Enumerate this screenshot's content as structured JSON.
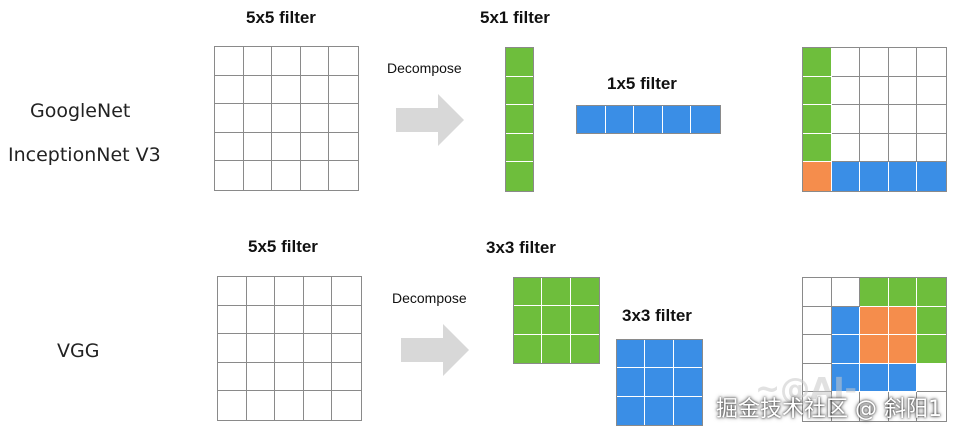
{
  "colors": {
    "green": "#6ebe3c",
    "blue": "#3a8ee6",
    "orange": "#f58d4c",
    "white": "#ffffff",
    "grid_line": "#8a8a8a",
    "arrow": "#d8d8d8"
  },
  "top": {
    "row_label_1": "GoogleNet",
    "row_label_2": "InceptionNet V3",
    "filter_5x5": "5x5 filter",
    "decompose": "Decompose",
    "filter_5x1": "5x1 filter",
    "filter_1x5": "1x5 filter",
    "grid_5x5_rows": 5,
    "grid_5x5_cols": 5,
    "grid_5x1_rows": 5,
    "grid_5x1_cols": 1,
    "grid_1x5_rows": 1,
    "grid_1x5_cols": 5,
    "combined": [
      [
        "g",
        "w",
        "w",
        "w",
        "w"
      ],
      [
        "g",
        "w",
        "w",
        "w",
        "w"
      ],
      [
        "g",
        "w",
        "w",
        "w",
        "w"
      ],
      [
        "g",
        "w",
        "w",
        "w",
        "w"
      ],
      [
        "o",
        "b",
        "b",
        "b",
        "b"
      ]
    ]
  },
  "bottom": {
    "row_label": "VGG",
    "filter_5x5": "5x5 filter",
    "decompose": "Decompose",
    "filter_3x3_a": "3x3 filter",
    "filter_3x3_b": "3x3 filter",
    "grid_5x5_rows": 5,
    "grid_5x5_cols": 5,
    "grid_3x3_rows": 3,
    "grid_3x3_cols": 3,
    "combined": [
      [
        "w",
        "w",
        "g",
        "g",
        "g"
      ],
      [
        "w",
        "b",
        "o",
        "o",
        "g"
      ],
      [
        "w",
        "b",
        "o",
        "o",
        "g"
      ],
      [
        "w",
        "b",
        "b",
        "b",
        "w"
      ],
      [
        "w",
        "w",
        "w",
        "w",
        "w"
      ]
    ]
  },
  "watermark": "掘金技术社区 @ 斜阳1"
}
